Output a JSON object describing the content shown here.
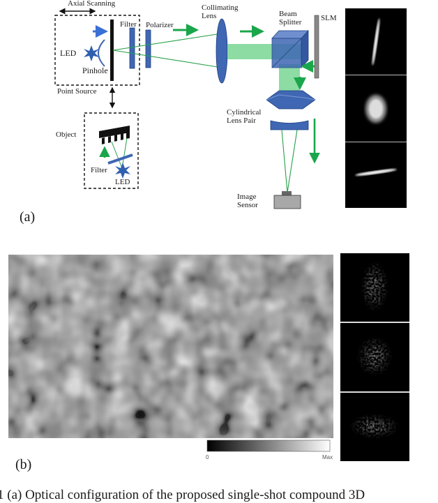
{
  "diagram": {
    "labels": {
      "axial_scanning": "Axial Scanning",
      "led_top": "LED",
      "pinhole": "Pinhole",
      "filter_top": "Filter",
      "polarizer": "Polarizer",
      "point_source": "Point Source",
      "collimating_lens": "Collimating\nLens",
      "beam_splitter": "Beam\nSplitter",
      "slm": "SLM",
      "cylindrical_lens_pair": "Cylindrical\nLens Pair",
      "image_sensor": "Image\nSensor",
      "object": "Object",
      "filter_bottom": "Filter",
      "led_bottom": "LED"
    },
    "sublabel_a": "(a)"
  },
  "figure_b": {
    "colorbar": {
      "min_label": "0",
      "max_label": "Max"
    },
    "sublabel_b": "(b)"
  },
  "caption": {
    "text": "1 (a) Optical configuration of the proposed single-shot compound 3D"
  },
  "colors": {
    "beam_green": "#7fd89a",
    "ray_green": "#26a04a",
    "arrow_green": "#1aa64a",
    "optic_blue": "#3f67b3",
    "arrow_blue": "#3a6fd6"
  }
}
